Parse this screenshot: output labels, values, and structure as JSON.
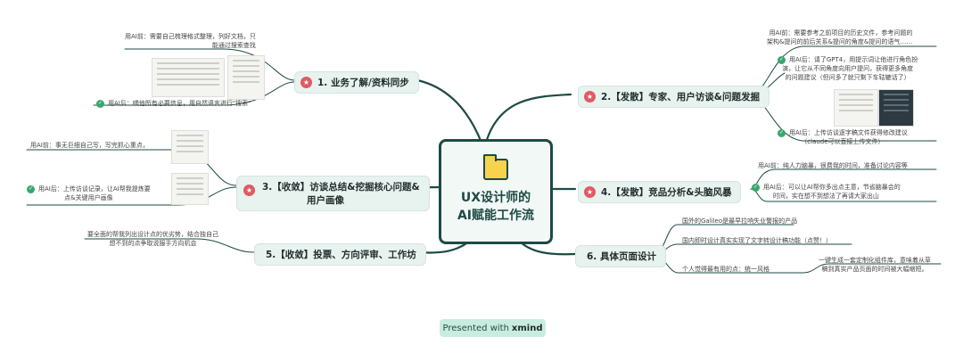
{
  "center": {
    "title_line1": "UX设计师的",
    "title_line2": "AI赋能工作流"
  },
  "branches": {
    "b1": "1. 业务了解/资料同步",
    "b2": "2.【发散】专家、用户访谈&问题发掘",
    "b3": "3.【收敛】访谈总结&挖掘核心问题&",
    "b3b": "用户画像",
    "b4": "4.【发散】竞品分析&头脑风暴",
    "b5": "5.【收敛】投票、方向评审、工作坊",
    "b6": "6. 具体页面设计"
  },
  "notes": {
    "n1a": "用AI前：需要自己梳理格式整理，列好文档，只",
    "n1a2": "能通过搜索查找",
    "n1b": "用AI后：喂他所有必要信息，用自然语言进行\"搜索\"",
    "n2a": "用AI前：需要参考之前项目的历史文件，参考问题的",
    "n2a2": "架构&提问的前后关系&提问的角度&提问的语气……",
    "n2b": "用AI后：请了GPT4，用提示词让他进行角色扮",
    "n2b2": "演，让它从不同角度向用户提问，获得更多角度",
    "n2b3": "的问题建议（但问多了就只剩下车轱辘话了）",
    "n2c": "用AI后：上传访谈逐字稿文件获得修改建议",
    "n2c2": "（claude可以直接上传文件）",
    "n3a": "用AI前：事无巨细自己写，写完抓心重点，",
    "n3b": "用AI后：上传访谈记录，让AI帮我提炼要",
    "n3b2": "点&关键用户画像",
    "n4a": "用AI前：纯人力脑暴，很费我的时间，准备讨论内容等",
    "n4b": "用AI后：可以让AI帮你多出点主意，节省脑暴会的",
    "n4b2": "时间，实在想不到想法了再请大家出山",
    "n5a": "要全面的帮我列出设计点的优劣势，结合独自己",
    "n5a2": "想不到的点争取说服手方向机会",
    "n6a": "国外的Galileo是最早拉响失业警报的产品",
    "n6b": "国内即时设计真实实现了文字转设计稿功能（点赞！）",
    "n6c": "个人觉得最有用的点：统一风格",
    "n6d": "一键生成一套定制化组件库，意味着从草",
    "n6d2": "稿到真实产品页面的时间被大幅缩短。"
  },
  "footer": {
    "presented": "Presented with",
    "brand": "xmind"
  },
  "colors": {
    "branch": "#1e4a44",
    "accent": "#e05a63",
    "check": "#3aa76d"
  }
}
